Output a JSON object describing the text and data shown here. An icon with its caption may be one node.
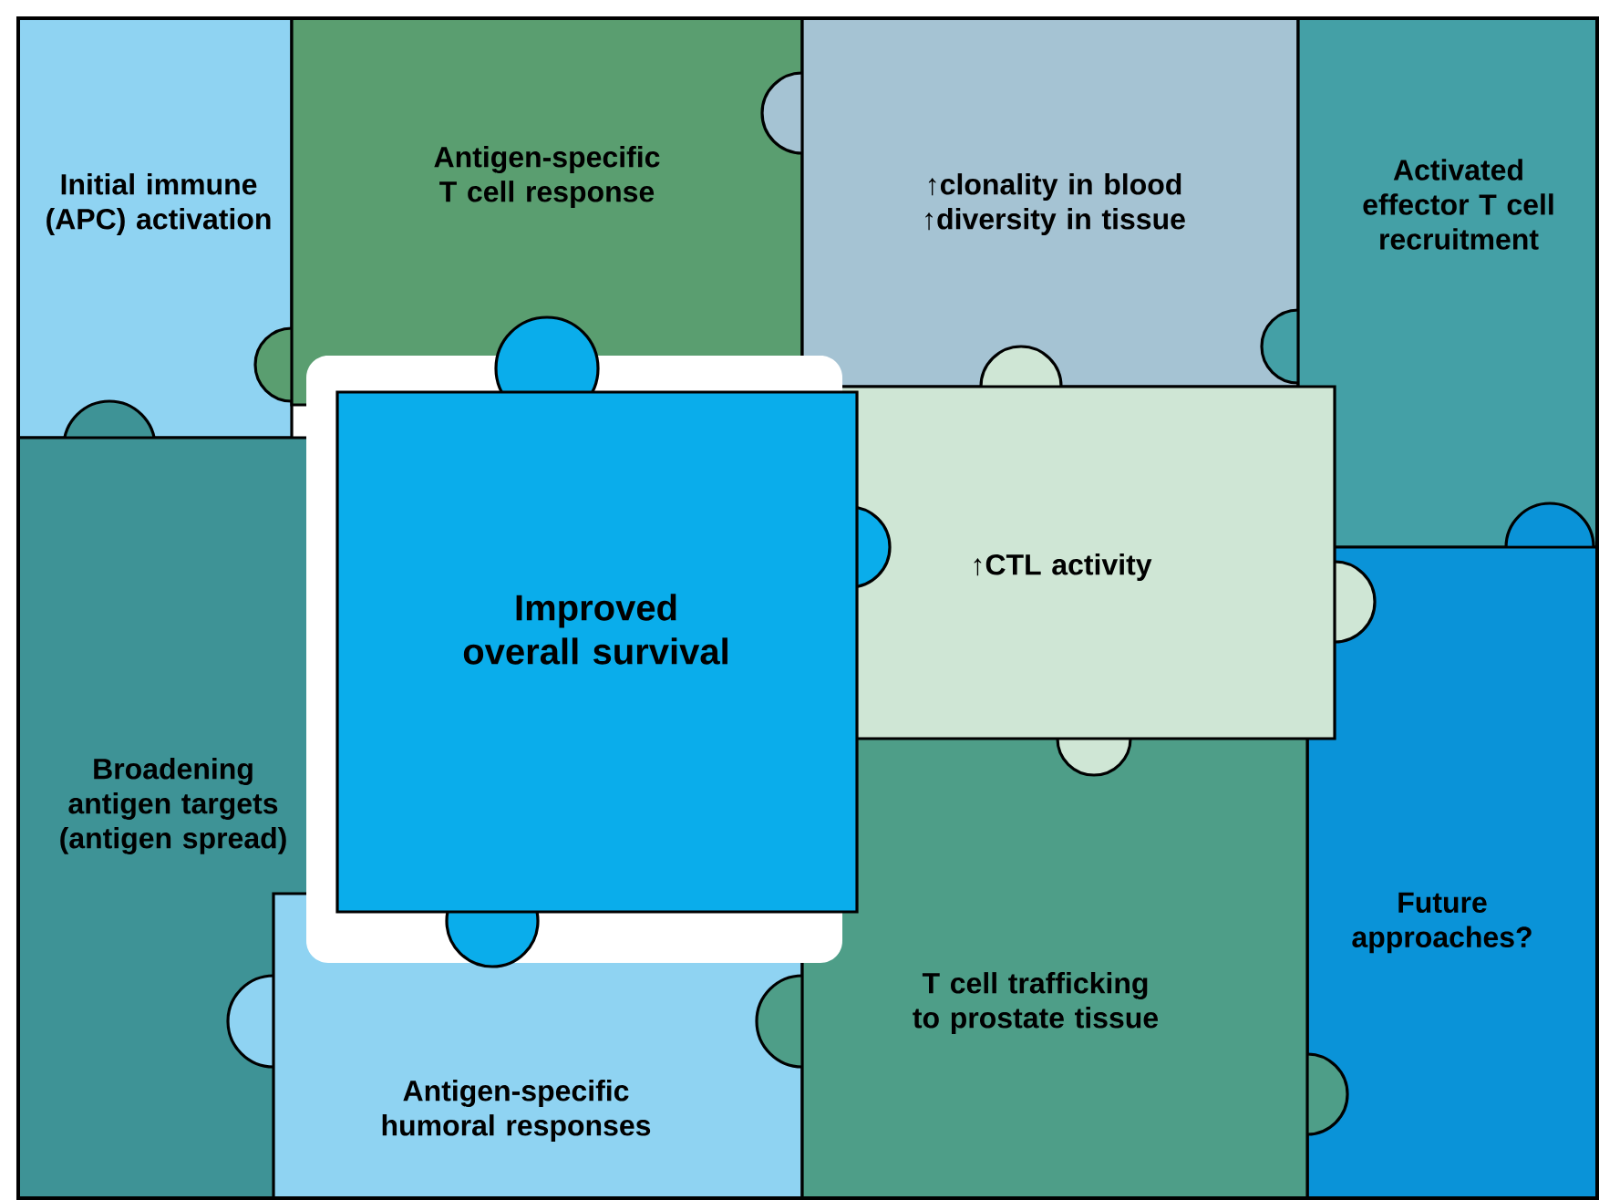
{
  "diagram": {
    "nodes": [
      {
        "text": [
          "Initial immune (APC) activation"
        ]
      },
      {
        "text": [
          "Antigen-specific T cell response"
        ]
      },
      {
        "text": [
          "↑clonality in blood ↑diversity in tissue"
        ]
      },
      {
        "text": [
          "Activated effector T cell recruitment"
        ]
      },
      {
        "text": [
          "Improved overall survival"
        ]
      },
      {
        "text": [
          "↑CTL activity"
        ]
      },
      {
        "text": [
          "Broadening antigen targets (antigen spread)"
        ]
      },
      {
        "text": [
          "Future approaches?"
        ]
      },
      {
        "text": [
          "Antigen-specific humoral responses"
        ]
      },
      {
        "text": [
          "T cell trafficking to prostate tissue"
        ]
      }
    ]
  }
}
